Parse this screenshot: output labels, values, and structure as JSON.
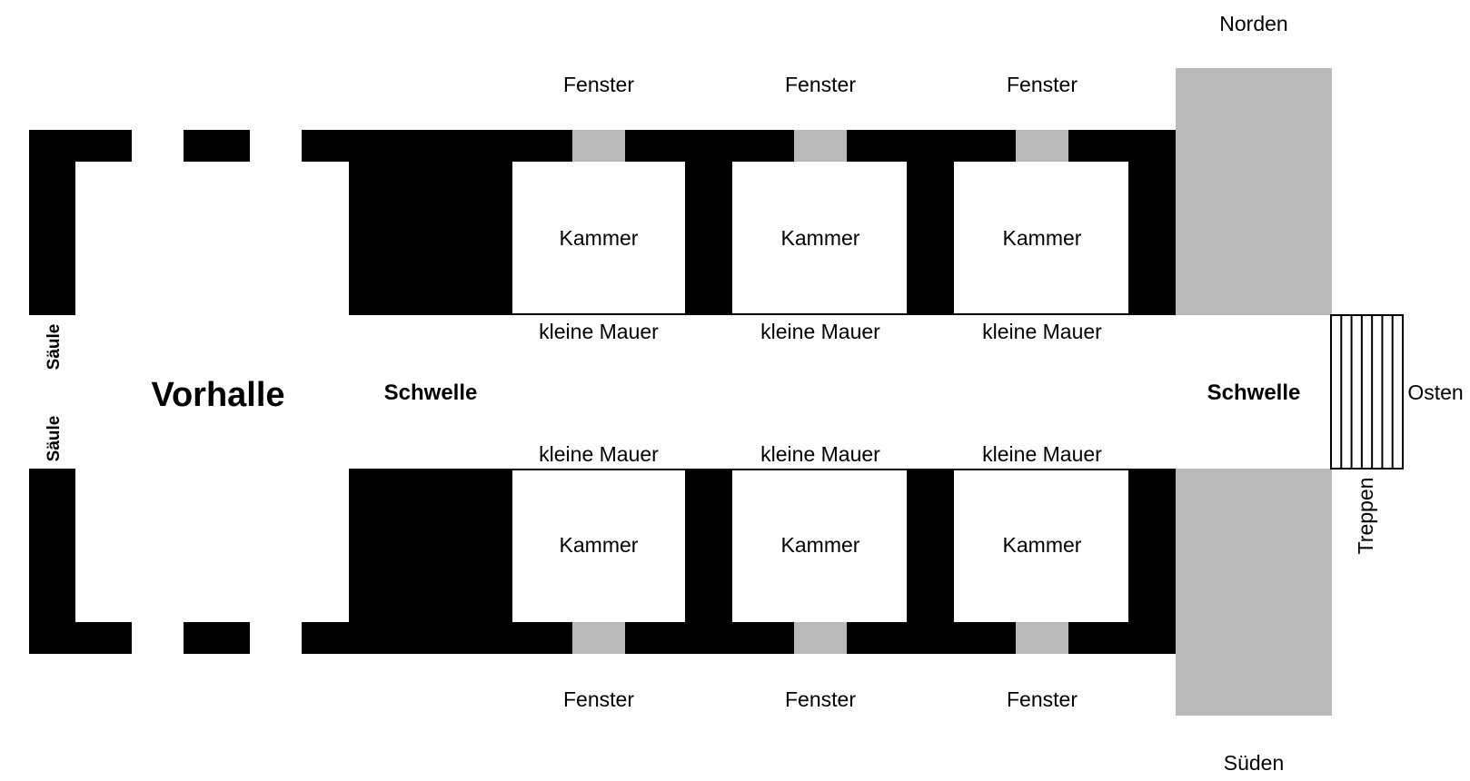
{
  "colors": {
    "wall": "#000000",
    "window": "#b8b9ba",
    "gate_tower": "#b8b9ba",
    "background": "#ffffff"
  },
  "labels": {
    "north": "Norden",
    "south": "Süden",
    "east": "Osten",
    "vorhalle": "Vorhalle",
    "schwelle_west": "Schwelle",
    "schwelle_east": "Schwelle",
    "saeule_upper": "Säule",
    "saeule_lower": "Säule",
    "treppen": "Treppen"
  },
  "windows_north": [
    "Fenster",
    "Fenster",
    "Fenster"
  ],
  "windows_south": [
    "Fenster",
    "Fenster",
    "Fenster"
  ],
  "chambers_north": [
    "Kammer",
    "Kammer",
    "Kammer"
  ],
  "chambers_south": [
    "Kammer",
    "Kammer",
    "Kammer"
  ],
  "small_walls_north": [
    "kleine Mauer",
    "kleine Mauer",
    "kleine Mauer"
  ],
  "small_walls_south": [
    "kleine Mauer",
    "kleine Mauer",
    "kleine Mauer"
  ],
  "stairs": {
    "step_count": 7
  }
}
